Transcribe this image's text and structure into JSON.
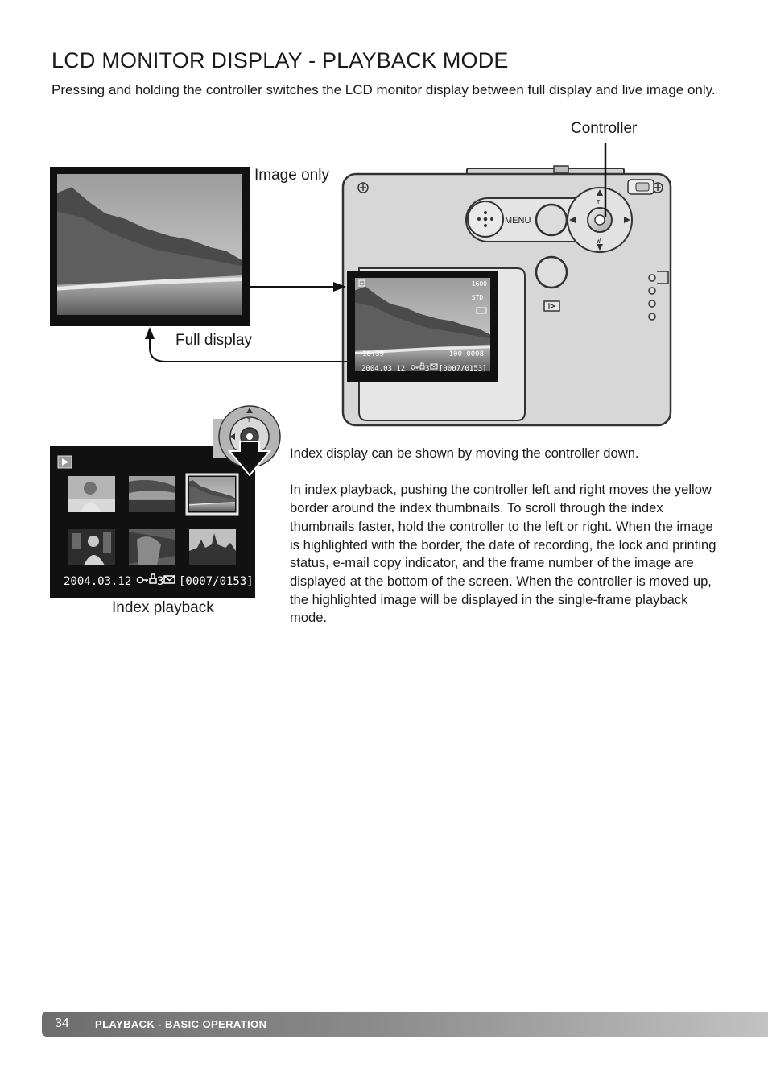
{
  "page": {
    "title": "LCD MONITOR DISPLAY - PLAYBACK MODE",
    "intro": "Pressing and holding the controller switches the LCD monitor display between full display and live image only."
  },
  "labels": {
    "controller": "Controller",
    "image_only": "Image only",
    "full_display": "Full display",
    "index_playback": "Index playback"
  },
  "camera": {
    "menu": "MENU",
    "zoom_t": "T",
    "zoom_w": "W"
  },
  "lcd_full": {
    "resolution": "1600",
    "quality": "STD.",
    "time": "16:39",
    "file_number": "100-0008",
    "date": "2004.03.12",
    "print_count": "3",
    "frame_counter": "[0007/0153]"
  },
  "lcd_index": {
    "date": "2004.03.12",
    "print_count": "3",
    "frame_counter": "[0007/0153]"
  },
  "body": {
    "para1": "Index display can be shown by moving the controller down.",
    "para2": "In index playback, pushing the controller left and right  moves the yellow border around the index thumbnails. To scroll through the index thumbnails faster, hold the controller to the left or right. When the image is highlighted with the border, the date of recording, the lock and printing status, e-mail copy indicator, and the frame number of the image are displayed at the bottom of the screen. When the controller is moved up, the highlighted image will be displayed in the single-frame playback mode."
  },
  "footer": {
    "page_number": "34",
    "section": "PLAYBACK - BASIC OPERATION"
  }
}
